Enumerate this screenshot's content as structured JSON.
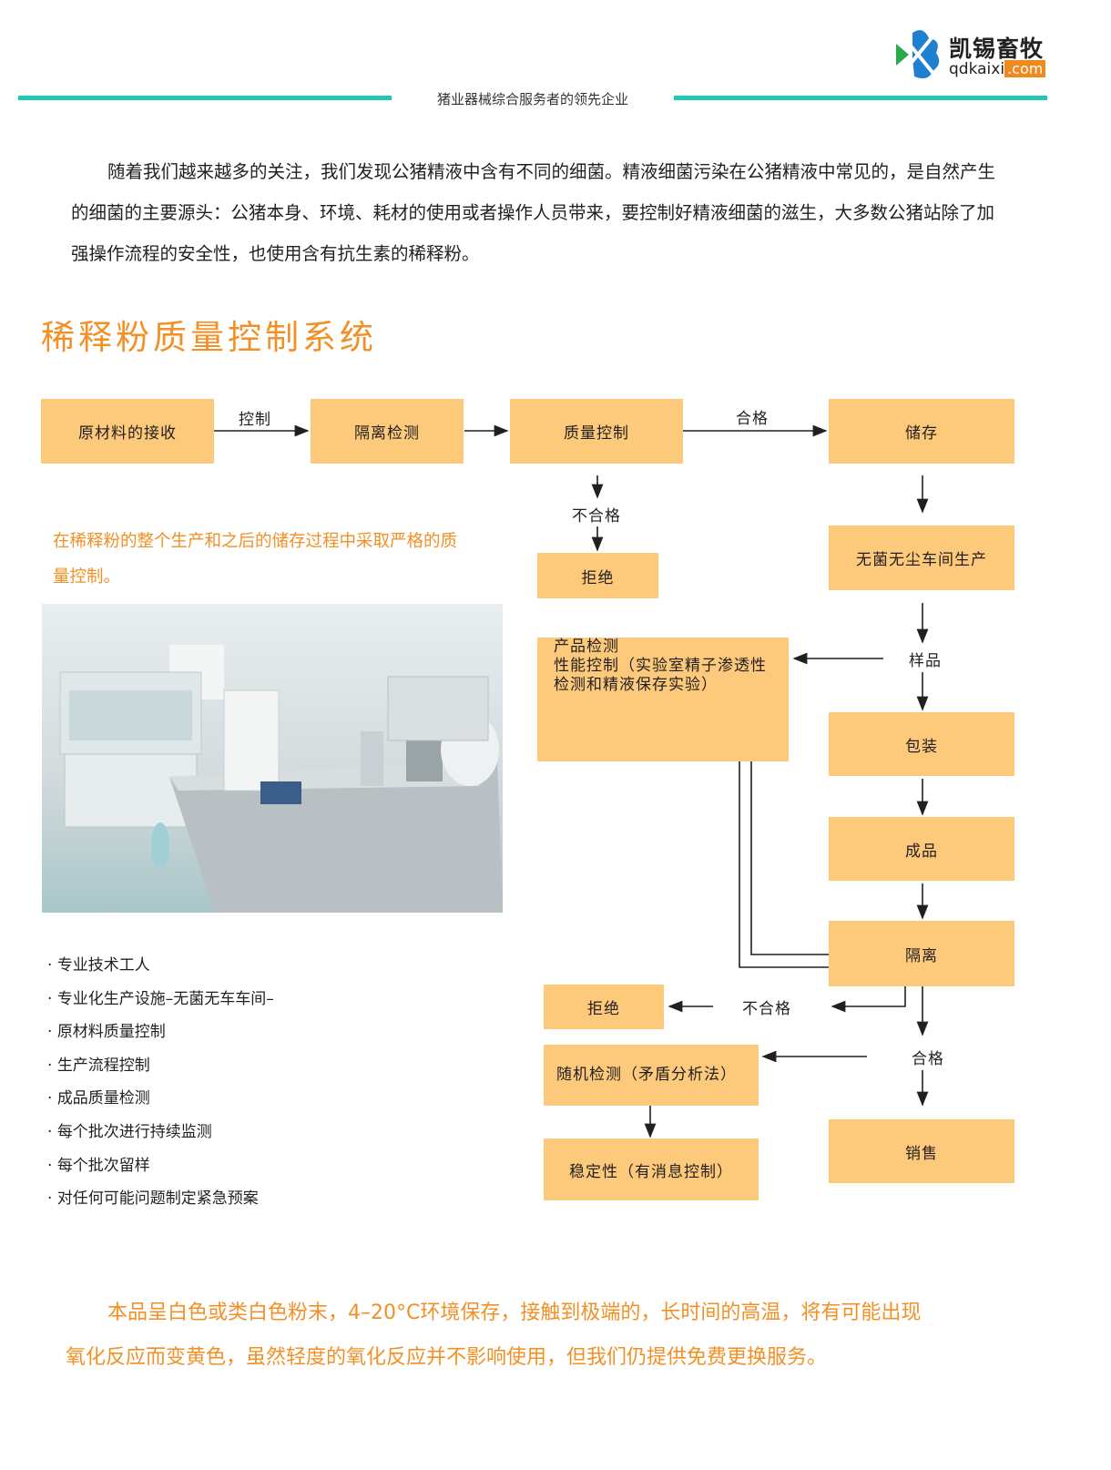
{
  "header": {
    "logo_cn": "凯锡畜牧",
    "logo_domain": "qdkaixi",
    "logo_tld": ".com",
    "slogan": "猪业器械综合服务者的领先企业"
  },
  "intro": "随着我们越来越多的关注，我们发现公猪精液中含有不同的细菌。精液细菌污染在公猪精液中常见的，是自然产生的细菌的主要源头：公猪本身、环境、耗材的使用或者操作人员带来，要控制好精液细菌的滋生，大多数公猪站除了加强操作流程的安全性，也使用含有抗生素的稀释粉。",
  "section_title": "稀释粉质量控制系统",
  "note": "在稀释粉的整个生产和之后的储存过程中采取严格的质量控制。",
  "flow": {
    "raw": "原材料的接收",
    "isolation_test": "隔离检测",
    "quality_control": "质量控制",
    "storage": "储存",
    "reject1": "拒绝",
    "cleanroom": "无菌无尘车间生产",
    "product_test": [
      "产品检测",
      "性能控制（实验室精子渗透性",
      "检测和精液保存实验）"
    ],
    "packaging": "包装",
    "finished": "成品",
    "isolation": "隔离",
    "reject2": "拒绝",
    "random_test": "随机检测（矛盾分析法）",
    "stability": "稳定性（有消息控制）",
    "sales": "销售",
    "label_control": "控制",
    "label_pass1": "合格",
    "label_fail1": "不合格",
    "label_sample": "样品",
    "label_fail2": "不合格",
    "label_pass2": "合格"
  },
  "bullets": [
    "专业技术工人",
    "专业化生产设施–无菌无车车间–",
    "原材料质量控制",
    "生产流程控制",
    "成品质量检测",
    "每个批次进行持续监测",
    "每个批次留样",
    "对任何可能问题制定紧急预案"
  ],
  "bottom": [
    "本品呈白色或类白色粉末，4–20°C环境保存，接触到极端的，长时间的高温，将有可能出现",
    "氧化反应而变黄色，虽然轻度的氧化反应并不影响使用，但我们仍提供免费更换服务。"
  ],
  "colors": {
    "accent": "#f39025",
    "teal": "#1fc7b5",
    "box": "#fdc97a"
  }
}
